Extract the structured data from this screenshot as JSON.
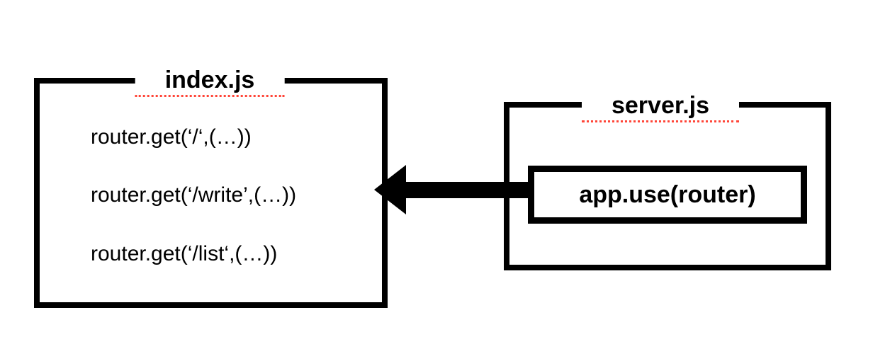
{
  "diagram": {
    "colors": {
      "ink": "#000000",
      "background": "#ffffff",
      "spellcheck_underline": "#ff4538"
    },
    "index_box": {
      "title": "index.js",
      "lines": [
        "router.get(‘/‘,(…))",
        "router.get(‘/write’,(…))",
        "router.get(‘/list‘,(…))"
      ]
    },
    "server_box": {
      "title": "server.js",
      "code": "app.use(router)"
    },
    "arrow": {
      "direction": "left",
      "from": "app.use(router)",
      "to": "index.js"
    }
  }
}
